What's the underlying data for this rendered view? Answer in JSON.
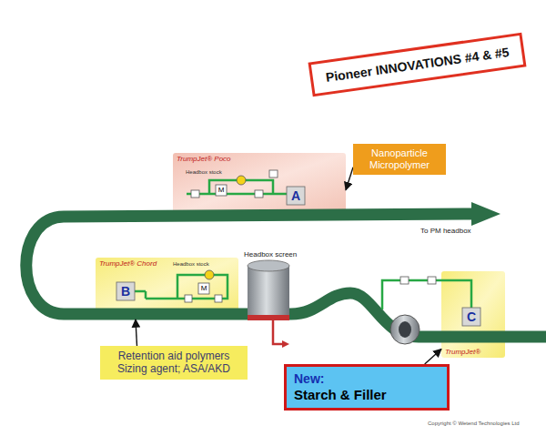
{
  "diagram": {
    "title": "Pioneer INNOVATIONS #4 & #5",
    "nodes": [
      {
        "text": [
          "Nanoparticle Micropolymer"
        ]
      },
      {
        "text": [
          "TrumpJet® Poco"
        ]
      },
      {
        "text": [
          "TrumpJet® Chord"
        ]
      },
      {
        "text": [
          "TrumpJet®"
        ]
      },
      {
        "text": [
          "Retention aid polymers Sizing agent; ASA/AKD"
        ]
      },
      {
        "text": [
          "New:",
          "Starch & Filler"
        ]
      }
    ],
    "edges": [
      {
        "from": 0,
        "to": 1,
        "arrow": "to"
      },
      {
        "from": 4,
        "to": 2,
        "arrow": "to"
      },
      {
        "from": 5,
        "to": 3,
        "arrow": "to"
      }
    ],
    "labels": [
      "Headbox stock",
      "M",
      "A",
      "Headbox stock",
      "M",
      "B",
      "Headbox screen",
      "C",
      "To PM headbox",
      "Copyright © Wetend Technologies Ltd"
    ]
  }
}
